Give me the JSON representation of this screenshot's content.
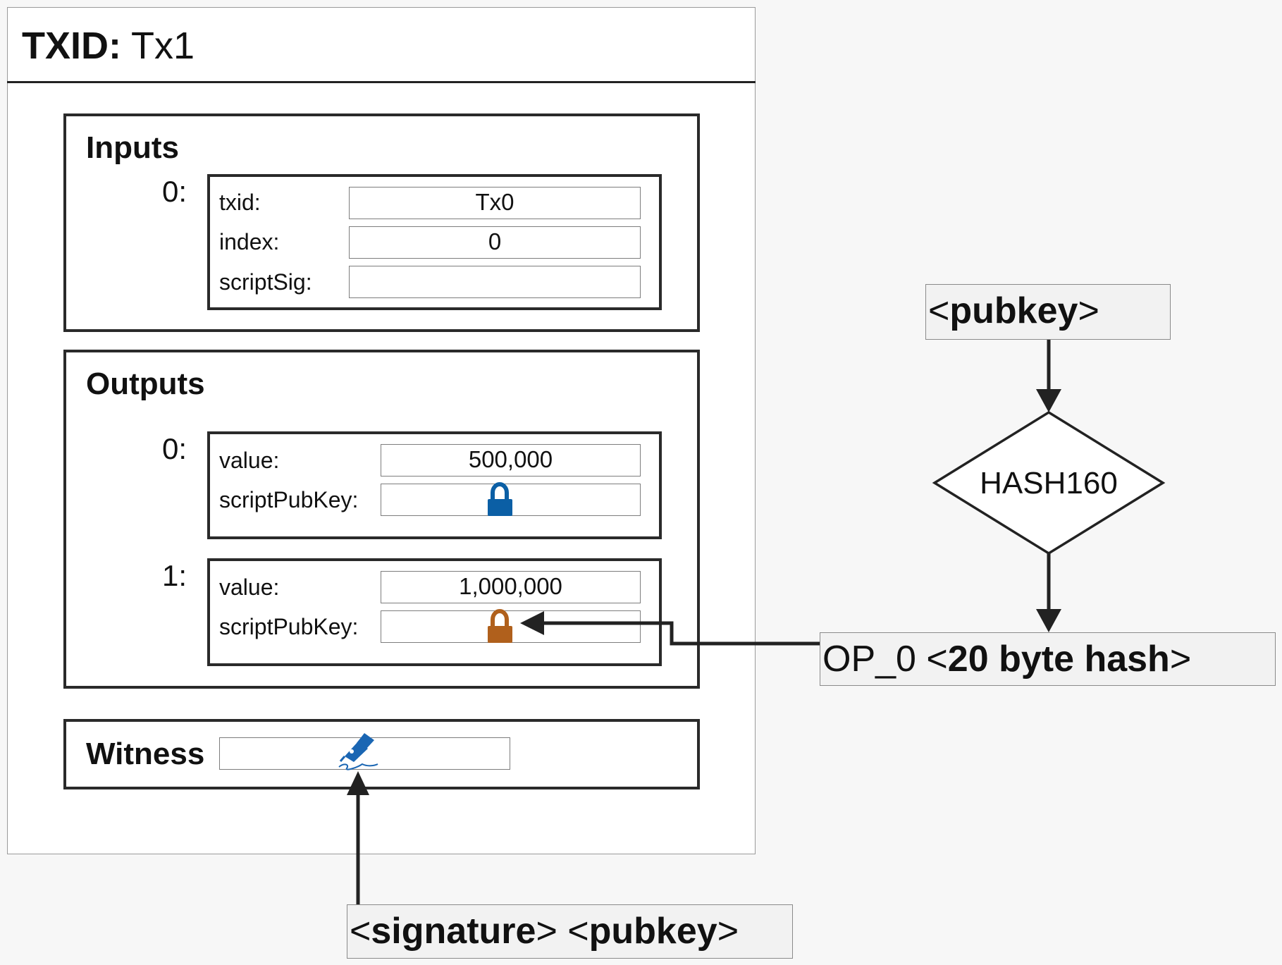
{
  "transaction": {
    "txid_label": "TXID:",
    "txid_value": "Tx1"
  },
  "inputs": {
    "title": "Inputs",
    "items": [
      {
        "index": "0:",
        "fields": [
          {
            "label": "txid:",
            "value": "Tx0"
          },
          {
            "label": "index:",
            "value": "0"
          },
          {
            "label": "scriptSig:",
            "value": ""
          }
        ]
      }
    ]
  },
  "outputs": {
    "title": "Outputs",
    "items": [
      {
        "index": "0:",
        "value_label": "value:",
        "value": "500,000",
        "script_label": "scriptPubKey:",
        "lock_icon": "padlock-icon",
        "lock_color": "#0b5fa5"
      },
      {
        "index": "1:",
        "value_label": "value:",
        "value": "1,000,000",
        "script_label": "scriptPubKey:",
        "lock_icon": "padlock-icon",
        "lock_color": "#b0601c"
      }
    ]
  },
  "witness": {
    "title": "Witness",
    "icon": "fountain-pen-signature-icon",
    "icon_color": "#1a66b3"
  },
  "flow": {
    "pubkey_open": "<",
    "pubkey_bold": "pubkey",
    "pubkey_close": ">",
    "hash_function": "HASH160",
    "hash_result_prefix": "OP_0 <",
    "hash_result_bold": "20 byte hash",
    "hash_result_suffix": ">",
    "witness_sig_open": "<",
    "witness_sig_bold": "signature",
    "witness_mid": "> <",
    "witness_pubkey_bold": "pubkey",
    "witness_close": ">"
  }
}
